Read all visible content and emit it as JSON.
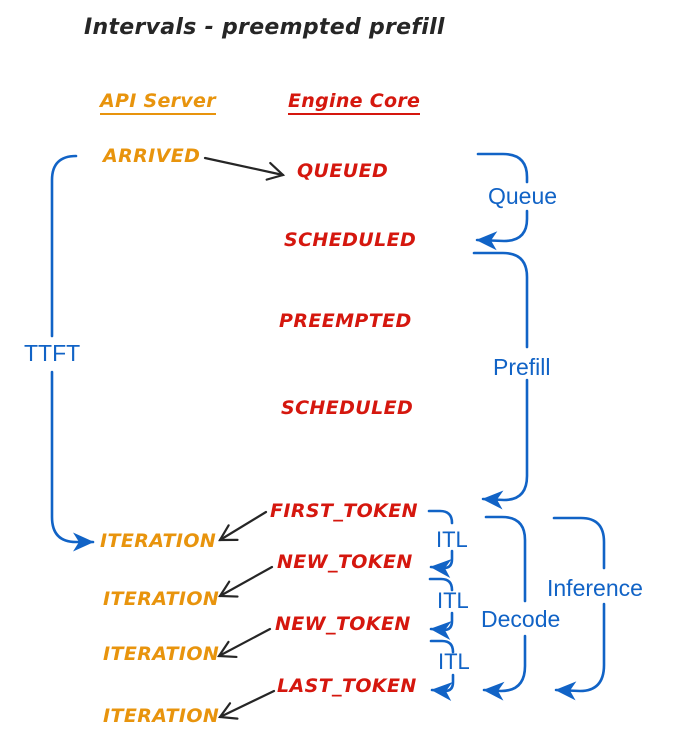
{
  "title": "Intervals - preempted prefill",
  "columns": {
    "api_server": "API Server",
    "engine_core": "Engine Core"
  },
  "events": {
    "arrived": "ARRIVED",
    "queued": "QUEUED",
    "scheduled_1": "SCHEDULED",
    "preempted": "PREEMPTED",
    "scheduled_2": "SCHEDULED",
    "first_token": "FIRST_TOKEN",
    "iteration_1": "ITERATION",
    "new_token_1": "NEW_TOKEN",
    "iteration_2": "ITERATION",
    "new_token_2": "NEW_TOKEN",
    "iteration_3": "ITERATION",
    "last_token": "LAST_TOKEN",
    "iteration_4": "ITERATION"
  },
  "intervals": {
    "ttft": "TTFT",
    "queue": "Queue",
    "prefill": "Prefill",
    "itl_1": "ITL",
    "itl_2": "ITL",
    "itl_3": "ITL",
    "decode": "Decode",
    "inference": "Inference"
  },
  "colors": {
    "api": "#E8940D",
    "engine": "#D5170E",
    "interval": "#1163C6",
    "ink": "#262626",
    "background": "#FFFFFF"
  }
}
